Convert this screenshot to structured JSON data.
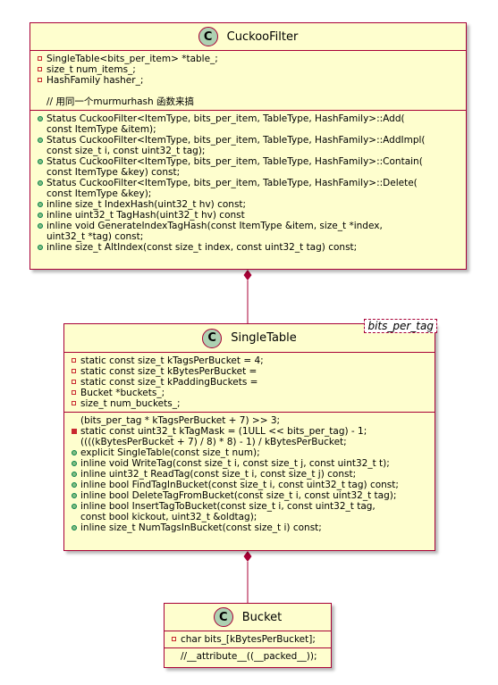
{
  "diagram": {
    "classes": {
      "cuckoo_filter": {
        "badge": "C",
        "name": "CuckooFilter",
        "fields": [
          {
            "vis": "priv",
            "text": "SingleTable<bits_per_item> *table_;"
          },
          {
            "vis": "priv",
            "text": "size_t num_items_;"
          },
          {
            "vis": "priv",
            "text": "HashFamily hasher_;"
          }
        ],
        "comment": "// 用同一个murmurhash 函数来搞",
        "methods": [
          {
            "vis": "pub",
            "lines": [
              "Status CuckooFilter<ItemType, bits_per_item, TableType, HashFamily>::Add(",
              "const ItemType &item);"
            ]
          },
          {
            "vis": "pub",
            "lines": [
              "Status CuckooFilter<ItemType, bits_per_item, TableType, HashFamily>::AddImpl(",
              "const size_t i, const uint32_t tag);"
            ]
          },
          {
            "vis": "pub",
            "lines": [
              "Status CuckooFilter<ItemType, bits_per_item, TableType, HashFamily>::Contain(",
              "const ItemType &key) const;"
            ]
          },
          {
            "vis": "pub",
            "lines": [
              "Status CuckooFilter<ItemType, bits_per_item, TableType, HashFamily>::Delete(",
              "const ItemType &key);"
            ]
          },
          {
            "vis": "pub",
            "lines": [
              "inline size_t IndexHash(uint32_t hv) const;"
            ]
          },
          {
            "vis": "pub",
            "lines": [
              "inline uint32_t TagHash(uint32_t hv) const"
            ]
          },
          {
            "vis": "pub",
            "lines": [
              "inline void GenerateIndexTagHash(const ItemType &item, size_t *index,",
              "uint32_t *tag) const;"
            ]
          },
          {
            "vis": "pub",
            "lines": [
              "inline size_t AltIndex(const size_t index, const uint32_t tag) const;"
            ]
          }
        ]
      },
      "single_table": {
        "badge": "C",
        "name": "SingleTable",
        "template_param": "bits_per_tag",
        "fields": [
          {
            "vis": "priv",
            "text": "static const size_t kTagsPerBucket = 4;"
          },
          {
            "vis": "priv",
            "text": "static const size_t kBytesPerBucket ="
          },
          {
            "vis": "priv",
            "text": "static const size_t kPaddingBuckets ="
          },
          {
            "vis": "priv",
            "text": "Bucket *buckets_;"
          },
          {
            "vis": "priv",
            "text": "size_t num_buckets_;"
          }
        ],
        "methods": [
          {
            "vis": "none",
            "lines": [
              "(bits_per_tag * kTagsPerBucket + 7) >> 3;"
            ]
          },
          {
            "vis": "privf",
            "lines": [
              "static const uint32_t kTagMask = (1ULL << bits_per_tag) - 1;",
              "((((kBytesPerBucket + 7) / 8) * 8) - 1) / kBytesPerBucket;"
            ]
          },
          {
            "vis": "pub",
            "lines": [
              "explicit SingleTable(const size_t num);"
            ]
          },
          {
            "vis": "pub",
            "lines": [
              "inline void WriteTag(const size_t i, const size_t j, const uint32_t t);"
            ]
          },
          {
            "vis": "pub",
            "lines": [
              "inline uint32_t ReadTag(const size_t i, const size_t j) const;"
            ]
          },
          {
            "vis": "pub",
            "lines": [
              "inline bool FindTagInBucket(const size_t i, const uint32_t tag) const;"
            ]
          },
          {
            "vis": "pub",
            "lines": [
              "inline bool DeleteTagFromBucket(const size_t i, const uint32_t tag);"
            ]
          },
          {
            "vis": "pub",
            "lines": [
              "inline bool InsertTagToBucket(const size_t i, const uint32_t tag,",
              "const bool kickout, uint32_t &oldtag);"
            ]
          },
          {
            "vis": "pub",
            "lines": [
              "inline size_t NumTagsInBucket(const size_t i) const;"
            ]
          }
        ]
      },
      "bucket": {
        "badge": "C",
        "name": "Bucket",
        "fields": [
          {
            "vis": "priv",
            "text": "char bits_[kBytesPerBucket];"
          }
        ],
        "methods": [
          {
            "vis": "none",
            "lines": [
              "//__attribute__((__packed__));"
            ]
          }
        ]
      }
    },
    "relations": [
      {
        "from": "CuckooFilter",
        "to": "SingleTable",
        "kind": "composition"
      },
      {
        "from": "SingleTable",
        "to": "Bucket",
        "kind": "composition"
      }
    ],
    "colors": {
      "class_fill": "#FEFECE",
      "class_border": "#A80036",
      "badge_fill": "#ADD1B2",
      "private_marker": "#C82930",
      "public_marker": "#84BE84"
    }
  }
}
